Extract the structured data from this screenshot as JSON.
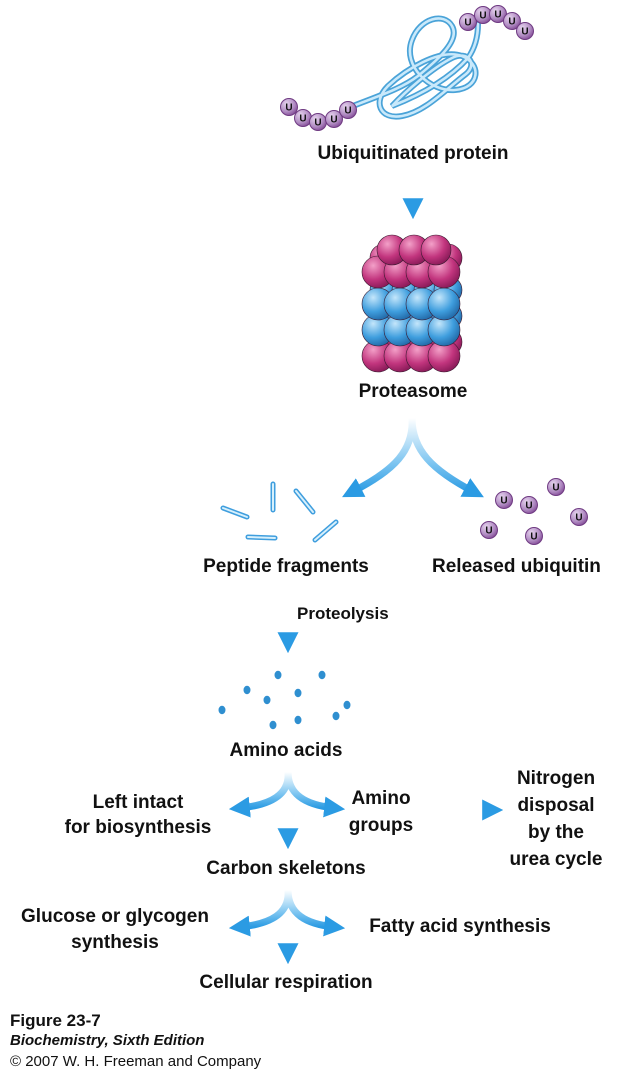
{
  "labels": {
    "ubiquitinated_protein": "Ubiquitinated protein",
    "proteasome": "Proteasome",
    "peptide_fragments": "Peptide fragments",
    "released_ubiquitin": "Released ubiquitin",
    "proteolysis": "Proteolysis",
    "amino_acids": "Amino acids",
    "left_intact_1": "Left intact",
    "left_intact_2": "for biosynthesis",
    "amino_groups_1": "Amino",
    "amino_groups_2": "groups",
    "nitrogen_1": "Nitrogen",
    "nitrogen_2": "disposal",
    "nitrogen_3": "by the",
    "nitrogen_4": "urea cycle",
    "carbon_skeletons": "Carbon skeletons",
    "glucose_1": "Glucose or glycogen",
    "glucose_2": "synthesis",
    "fatty_acid": "Fatty acid synthesis",
    "cellular_respiration": "Cellular respiration"
  },
  "ubiquitin_letter": "U",
  "caption": {
    "figure": "Figure 23-7",
    "book": "Biochemistry, Sixth Edition",
    "copyright": "© 2007 W. H. Freeman and Company"
  },
  "colors": {
    "arrow_blue": "#2b9be3",
    "ubiquitin_purple": "#8e4f9e",
    "proteasome_magenta": "#c2357e",
    "proteasome_blue": "#3f9ede",
    "peptide_light_blue": "#7cc8ec",
    "amino_dot_blue": "#2f8fd0"
  },
  "icons": [
    "polypeptide-strand-icon",
    "proteasome-icon",
    "peptide-fragment-icon",
    "ubiquitin-icon",
    "amino-acid-dot-icon",
    "arrow-icon"
  ]
}
